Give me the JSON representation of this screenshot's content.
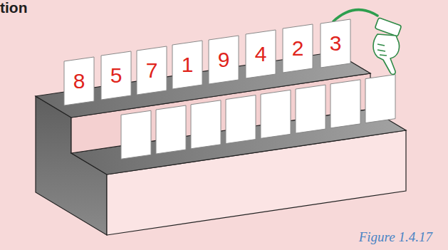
{
  "diagram": {
    "title": "tion",
    "caption": "Figure 1.4.17",
    "nodes": [
      {
        "text": [
          "8"
        ]
      },
      {
        "text": [
          "5"
        ]
      },
      {
        "text": [
          "7"
        ]
      },
      {
        "text": [
          "1"
        ]
      },
      {
        "text": [
          "9"
        ]
      },
      {
        "text": [
          "4"
        ]
      },
      {
        "text": [
          "2"
        ]
      },
      {
        "text": [
          "3"
        ]
      }
    ]
  }
}
